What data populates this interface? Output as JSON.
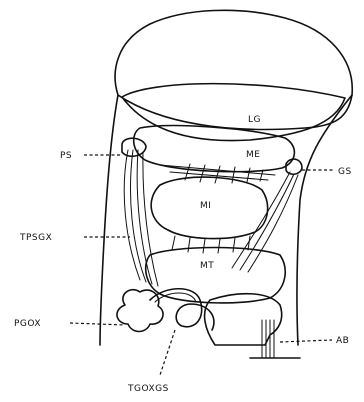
{
  "figure": {
    "labels": {
      "ps": "PS",
      "gs": "GS",
      "lg": "LG",
      "me": "ME",
      "mi": "MI",
      "mt": "MT",
      "tpsgx": "TPSGX",
      "pgox": "PGOX",
      "tgoxgs": "TGOXGS",
      "ab": "AB"
    },
    "colors": {
      "ink": "#111111",
      "paper": "#ffffff"
    }
  }
}
